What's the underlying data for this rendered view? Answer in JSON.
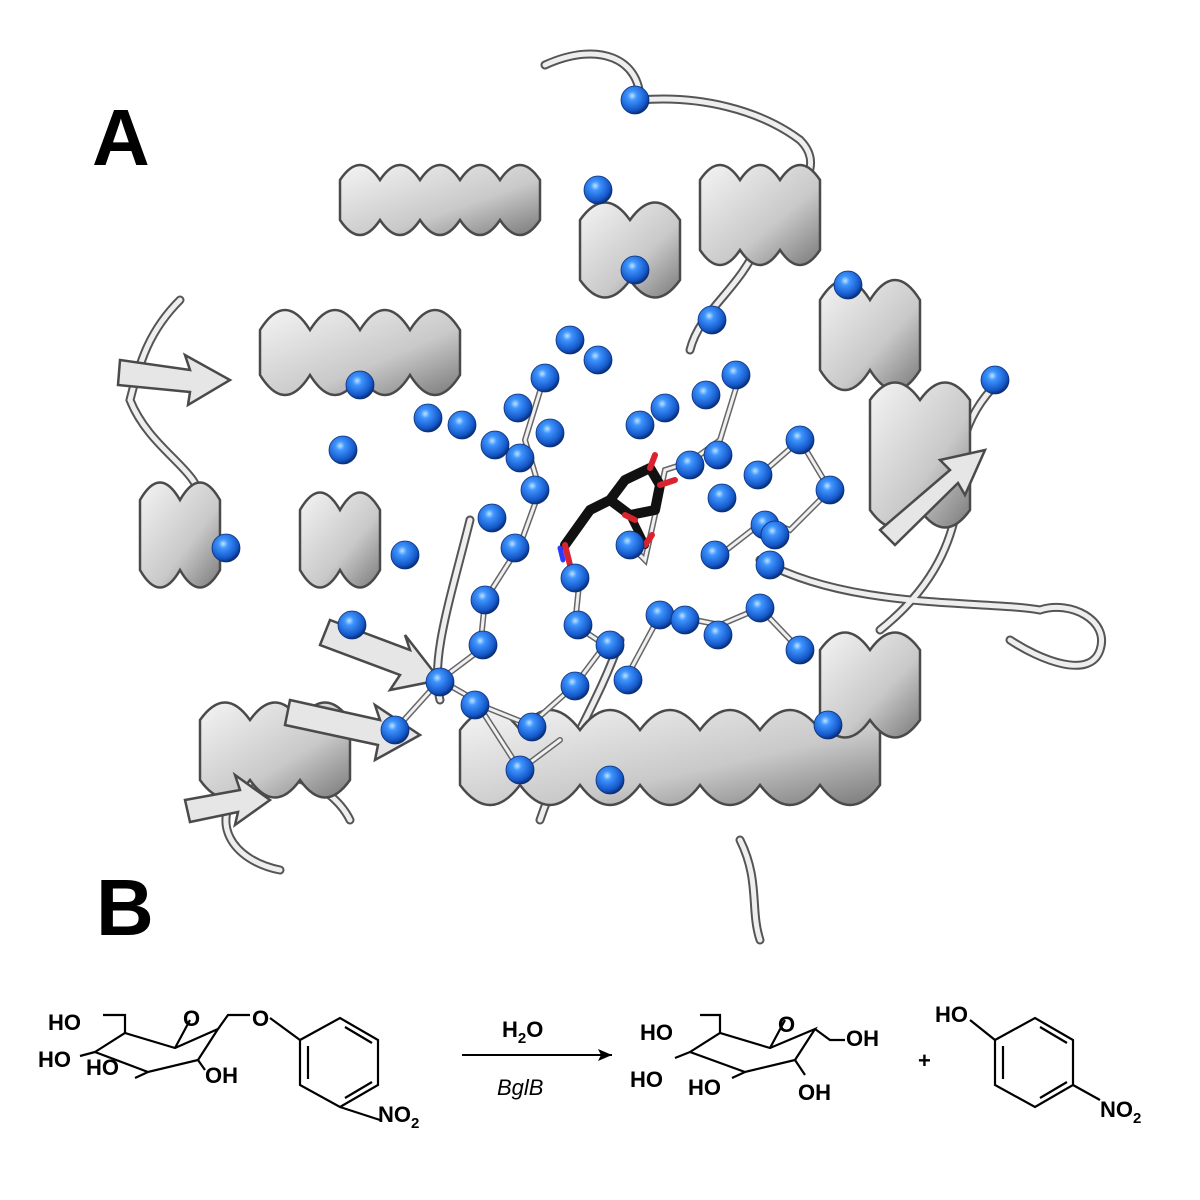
{
  "panels": {
    "a_label": "A",
    "b_label": "B"
  },
  "colors": {
    "atom": "#1e6fe0",
    "atom_dark": "#0a3fa0",
    "ribbon": "#d9d9d9",
    "ribbon_stroke": "#4a4a4a",
    "ligand": "#111111",
    "oxygen": "#d9232e"
  },
  "reaction": {
    "reactant": {
      "ho1": "HO",
      "o_ring": "O",
      "o_link": "O",
      "ho2": "HO",
      "ho3": "HO",
      "oh": "OH",
      "no2": "NO",
      "no2_sub": "2"
    },
    "conditions": {
      "reagent": "H",
      "reagent_sub": "2",
      "reagent_rest": "O",
      "enzyme": "BglB"
    },
    "product1": {
      "ho1": "HO",
      "o_ring": "O",
      "oh1": "OH",
      "ho2": "HO",
      "ho3": "HO",
      "oh2": "OH"
    },
    "plus": "+",
    "product2": {
      "ho": "HO",
      "no2": "NO",
      "no2_sub": "2"
    }
  }
}
